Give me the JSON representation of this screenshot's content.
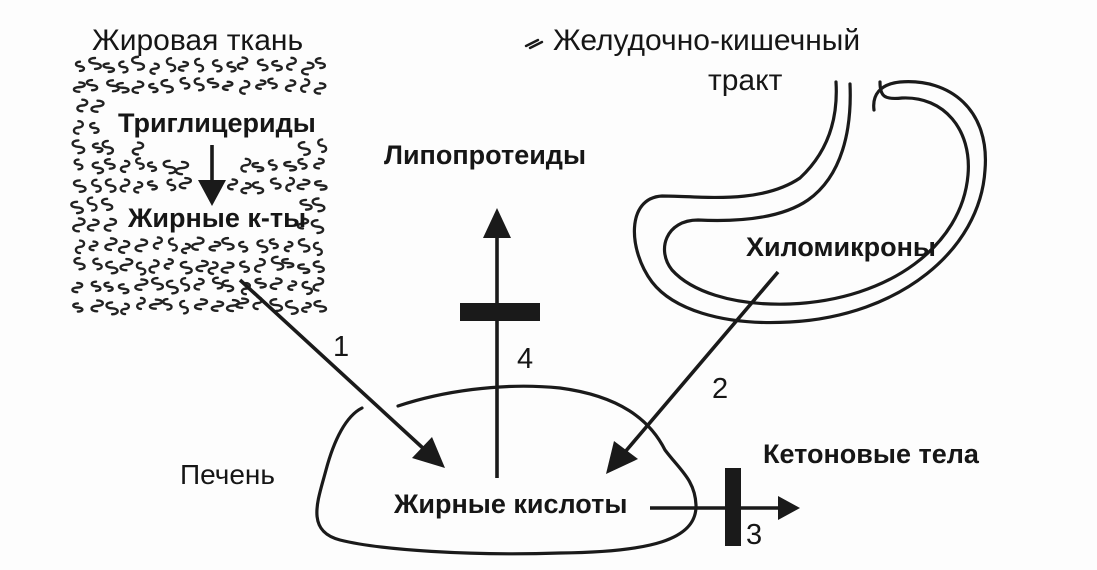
{
  "labels": {
    "adipose_tissue": "Жировая ткань",
    "triglycerides": "Триглицериды",
    "fatty_acids_adipose": "Жирные к-ты",
    "gi_tract_line1": "Желудочно-кишечный",
    "gi_tract_line2": "тракт",
    "lipoproteins": "Липопротеиды",
    "chylomicrons": "Хиломикроны",
    "liver": "Печень",
    "fatty_acids_liver": "Жирные кислоты",
    "ketone_bodies": "Кетоновые тела"
  },
  "pathways": {
    "p1": "1",
    "p2": "2",
    "p3": "3",
    "p4": "4"
  }
}
